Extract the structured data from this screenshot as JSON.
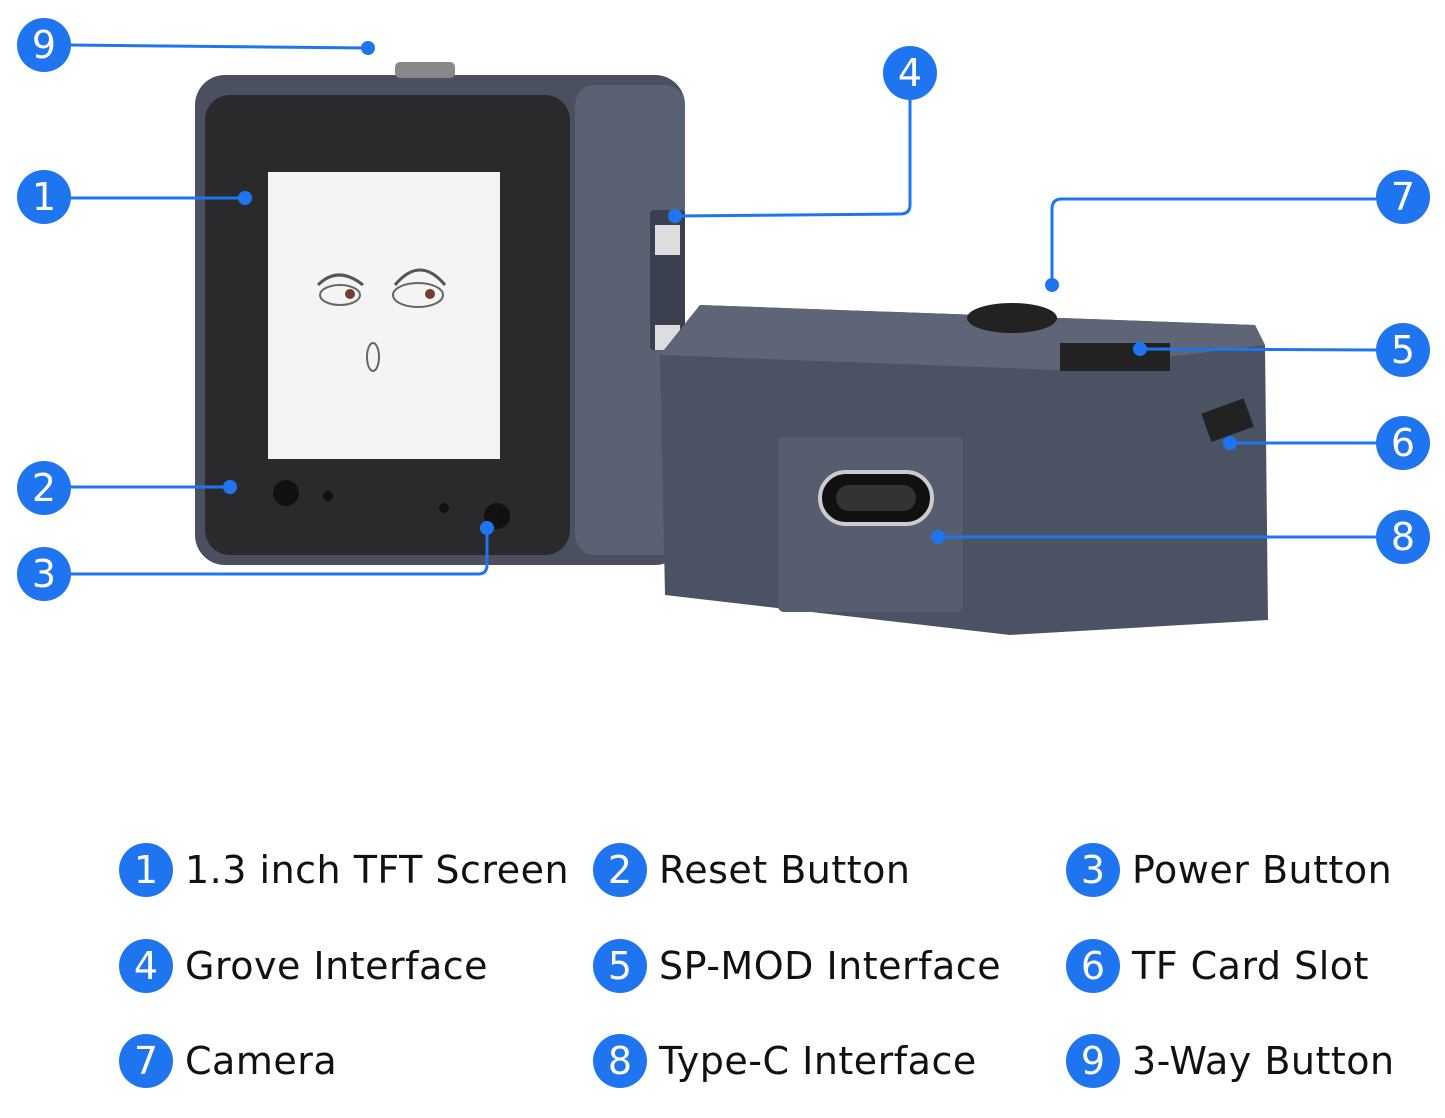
{
  "accent_color": "#1f75ef",
  "callouts": [
    {
      "number": "1",
      "label": "1.3 inch TFT Screen"
    },
    {
      "number": "2",
      "label": "Reset Button"
    },
    {
      "number": "3",
      "label": "Power Button"
    },
    {
      "number": "4",
      "label": "Grove Interface"
    },
    {
      "number": "5",
      "label": "SP-MOD Interface"
    },
    {
      "number": "6",
      "label": "TF Card Slot"
    },
    {
      "number": "7",
      "label": "Camera"
    },
    {
      "number": "8",
      "label": "Type-C Interface"
    },
    {
      "number": "9",
      "label": "3-Way Button"
    }
  ]
}
